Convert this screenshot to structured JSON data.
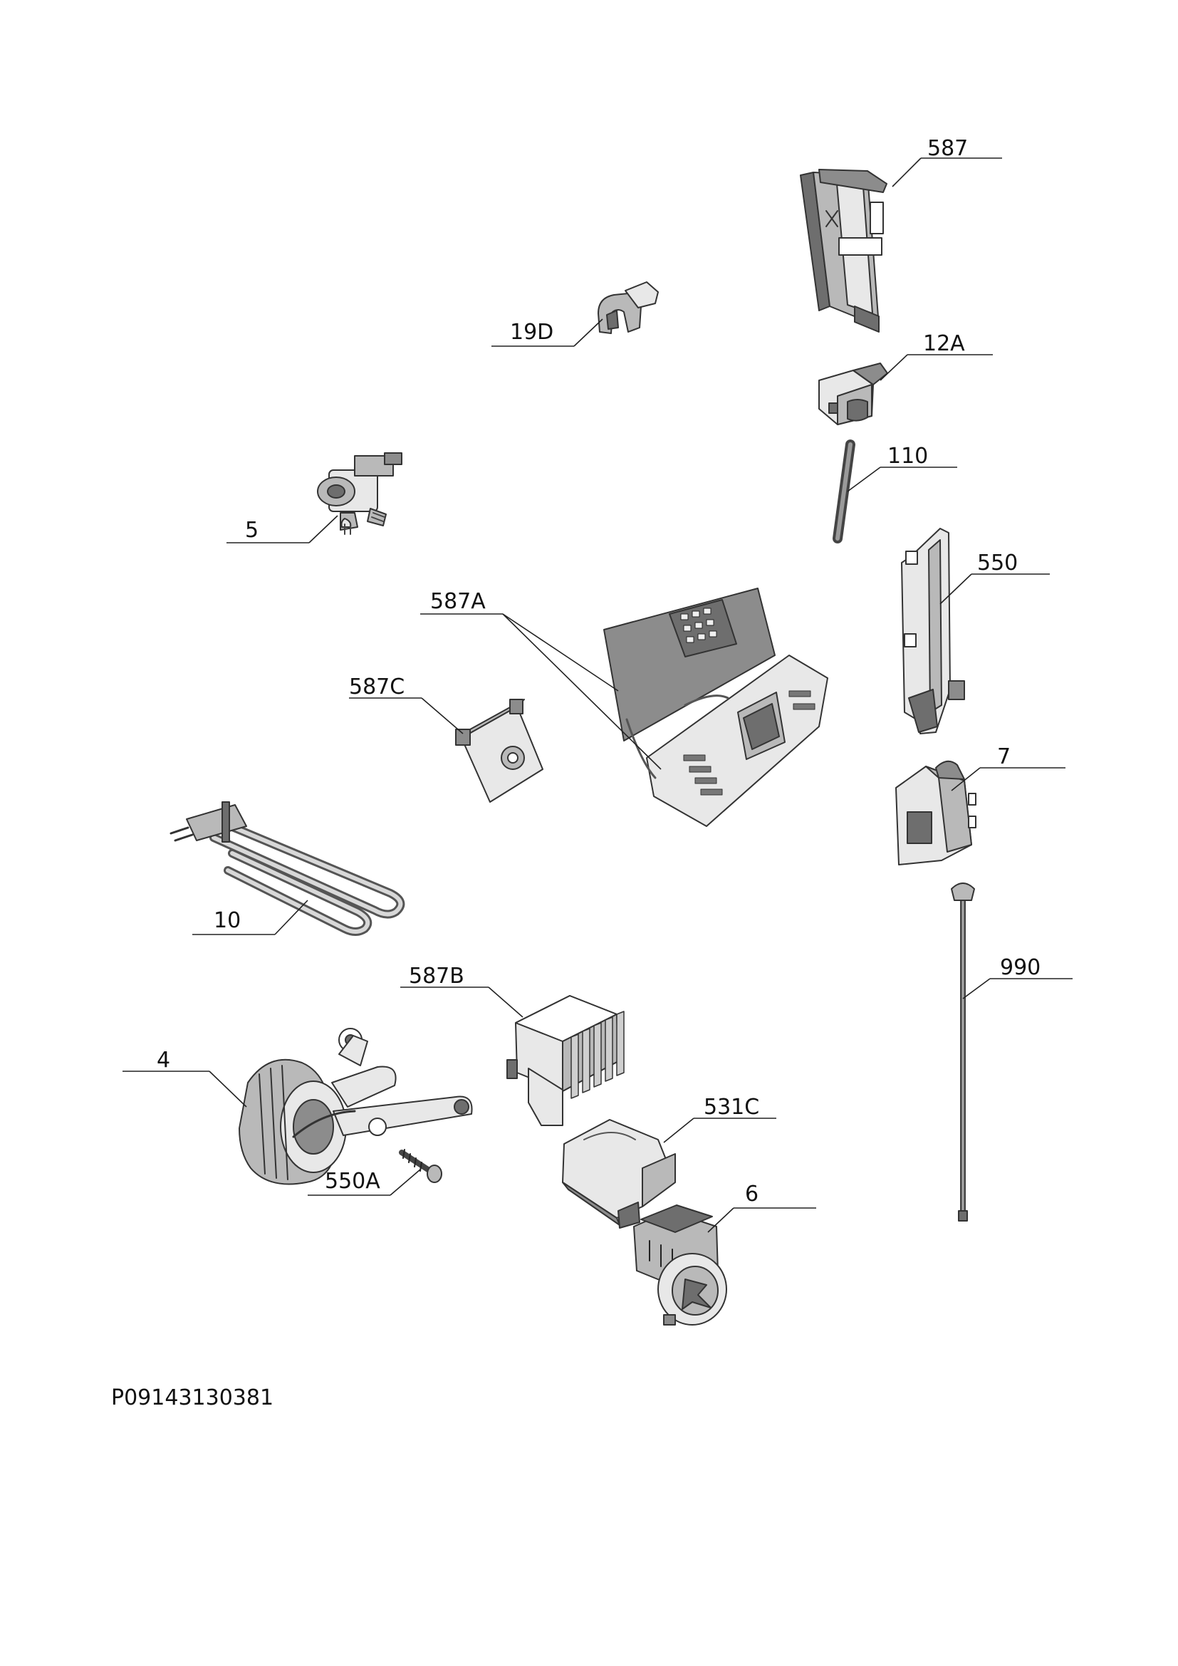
{
  "diagram": {
    "code": "P09143130381",
    "callouts": [
      {
        "id": "587",
        "text": "587"
      },
      {
        "id": "19D",
        "text": "19D"
      },
      {
        "id": "12A",
        "text": "12A"
      },
      {
        "id": "110",
        "text": "110"
      },
      {
        "id": "5",
        "text": "5"
      },
      {
        "id": "550",
        "text": "550"
      },
      {
        "id": "587A",
        "text": "587A"
      },
      {
        "id": "587C",
        "text": "587C"
      },
      {
        "id": "7",
        "text": "7"
      },
      {
        "id": "10",
        "text": "10"
      },
      {
        "id": "990",
        "text": "990"
      },
      {
        "id": "587B",
        "text": "587B"
      },
      {
        "id": "4",
        "text": "4"
      },
      {
        "id": "550A",
        "text": "550A"
      },
      {
        "id": "531C",
        "text": "531C"
      },
      {
        "id": "6",
        "text": "6"
      }
    ]
  }
}
